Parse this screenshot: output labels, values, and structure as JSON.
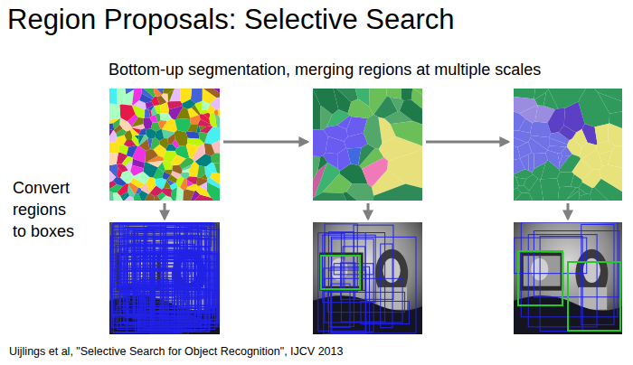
{
  "diagram": {
    "title": "Region Proposals: Selective Search",
    "labels": [
      "Bottom-up segmentation, merging regions at multiple scales",
      "Convert regions to boxes",
      "Uijlings et al, \"Selective Search for Object Recognition\", IJCV 2013"
    ]
  }
}
